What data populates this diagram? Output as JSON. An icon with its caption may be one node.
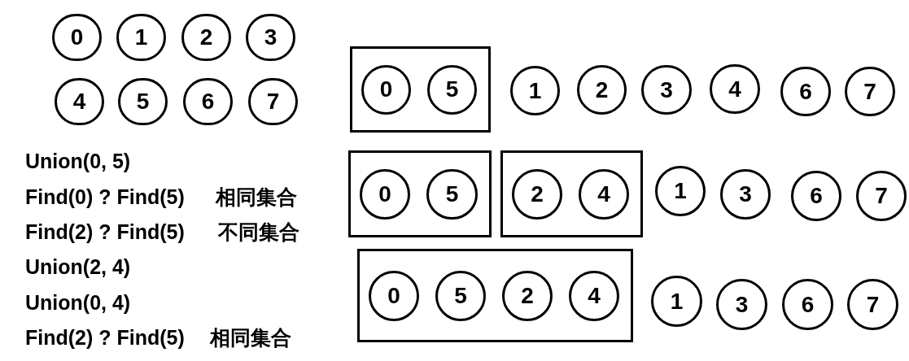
{
  "diagram": {
    "nodes": [
      {
        "text": [
          "0"
        ]
      },
      {
        "text": [
          "1"
        ]
      },
      {
        "text": [
          "2"
        ]
      },
      {
        "text": [
          "3"
        ]
      },
      {
        "text": [
          "4"
        ]
      },
      {
        "text": [
          "5"
        ]
      },
      {
        "text": [
          "6"
        ]
      },
      {
        "text": [
          "7"
        ]
      },
      {
        "text": [],
        "shape": "box"
      },
      {
        "text": [
          "0"
        ],
        "in": 8
      },
      {
        "text": [
          "5"
        ],
        "in": 8
      },
      {
        "text": [
          "1"
        ]
      },
      {
        "text": [
          "2"
        ]
      },
      {
        "text": [
          "3"
        ]
      },
      {
        "text": [
          "4"
        ]
      },
      {
        "text": [
          "6"
        ]
      },
      {
        "text": [
          "7"
        ]
      },
      {
        "text": [],
        "shape": "box"
      },
      {
        "text": [
          "0"
        ],
        "in": 17
      },
      {
        "text": [
          "5"
        ],
        "in": 17
      },
      {
        "text": [],
        "shape": "box"
      },
      {
        "text": [
          "2"
        ],
        "in": 20
      },
      {
        "text": [
          "4"
        ],
        "in": 20
      },
      {
        "text": [
          "1"
        ]
      },
      {
        "text": [
          "3"
        ]
      },
      {
        "text": [
          "6"
        ]
      },
      {
        "text": [
          "7"
        ]
      },
      {
        "text": [],
        "shape": "box"
      },
      {
        "text": [
          "0"
        ],
        "in": 27
      },
      {
        "text": [
          "5"
        ],
        "in": 27
      },
      {
        "text": [
          "2"
        ],
        "in": 27
      },
      {
        "text": [
          "4"
        ],
        "in": 27
      },
      {
        "text": [
          "1"
        ]
      },
      {
        "text": [
          "3"
        ]
      },
      {
        "text": [
          "6"
        ]
      },
      {
        "text": [
          "7"
        ]
      }
    ],
    "labels": [
      "Union(0, 5)",
      "Find(0) ? Find(5)",
      "相同集合",
      "Find(2) ? Find(5)",
      "不同集合",
      "Union(2, 4)",
      "Union(0, 4)",
      "Find(2) ? Find(5)",
      "相同集合"
    ]
  }
}
